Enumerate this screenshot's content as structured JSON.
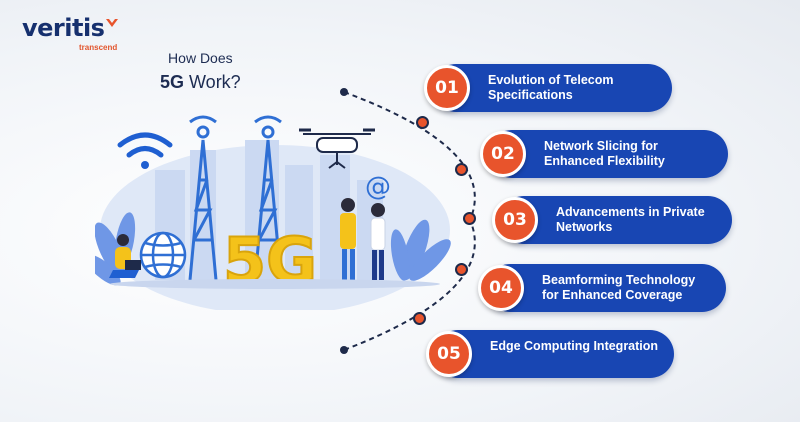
{
  "brand": {
    "name": "veritis",
    "tagline": "transcend",
    "accent": "#e8542c",
    "navy": "#16306e"
  },
  "heading": {
    "line1": "How Does",
    "line2_bold": "5G",
    "line2_rest": " Work?"
  },
  "illustration": {
    "big_text": "5G",
    "email_symbol": "@",
    "icons": [
      "wifi-icon",
      "cell-tower-icon",
      "globe-icon",
      "drone-icon",
      "person-icon",
      "laptop-icon",
      "building-icon"
    ]
  },
  "steps": [
    {
      "number": "01",
      "title": "Evolution of Telecom Specifications"
    },
    {
      "number": "02",
      "title": "Network Slicing for Enhanced Flexibility"
    },
    {
      "number": "03",
      "title": "Advancements in Private Networks"
    },
    {
      "number": "04",
      "title": "Beamforming Technology for Enhanced Coverage"
    },
    {
      "number": "05",
      "title": "Edge Computing Integration"
    }
  ],
  "colors": {
    "card_blue": "#1846b3",
    "number_orange": "#e8542c",
    "tower_blue": "#2f6fd4",
    "leaf_blue": "#6f97e6",
    "text_yellow": "#f4c21a"
  }
}
